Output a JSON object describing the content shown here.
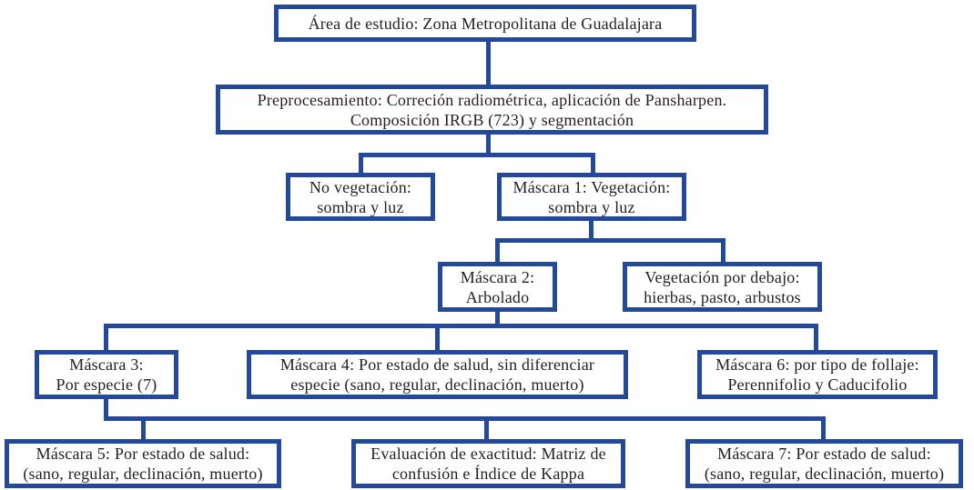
{
  "colors": {
    "accent_blue": "#24499b",
    "text": "#231f20",
    "background": "#ffffff"
  },
  "flowchart": {
    "area_estudio": {
      "label": "Área de estudio: Zona Metropolitana de Guadalajara"
    },
    "preprocesamiento": {
      "label": "Preprocesamiento: Correción radiométrica, aplicación de Pansharpen.\nComposición IRGB (723) y segmentación"
    },
    "no_vegetacion": {
      "label": "No vegetación:\nsombra y luz"
    },
    "mascara_1": {
      "label": "Máscara 1: Vegetación:\nsombra y luz"
    },
    "mascara_2": {
      "label": "Máscara 2:\nArbolado"
    },
    "vegetacion_debajo": {
      "label": "Vegetación por debajo:\nhierbas, pasto, arbustos"
    },
    "mascara_3": {
      "label": "Máscara 3:\nPor especie (7)"
    },
    "mascara_4": {
      "label": "Máscara 4: Por estado de salud, sin diferenciar\nespecie (sano, regular, declinación, muerto)"
    },
    "mascara_6": {
      "label": "Máscara 6: por tipo de follaje:\nPerennifolio y Caducifolio"
    },
    "mascara_5": {
      "label": "Máscara 5: Por estado de salud:\n(sano, regular, declinación, muerto)"
    },
    "evaluacion": {
      "label": "Evaluación de exactitud: Matriz de\nconfusión e Índice de Kappa"
    },
    "mascara_7": {
      "label": "Máscara 7: Por estado de salud:\n(sano, regular, declinación, muerto)"
    }
  }
}
